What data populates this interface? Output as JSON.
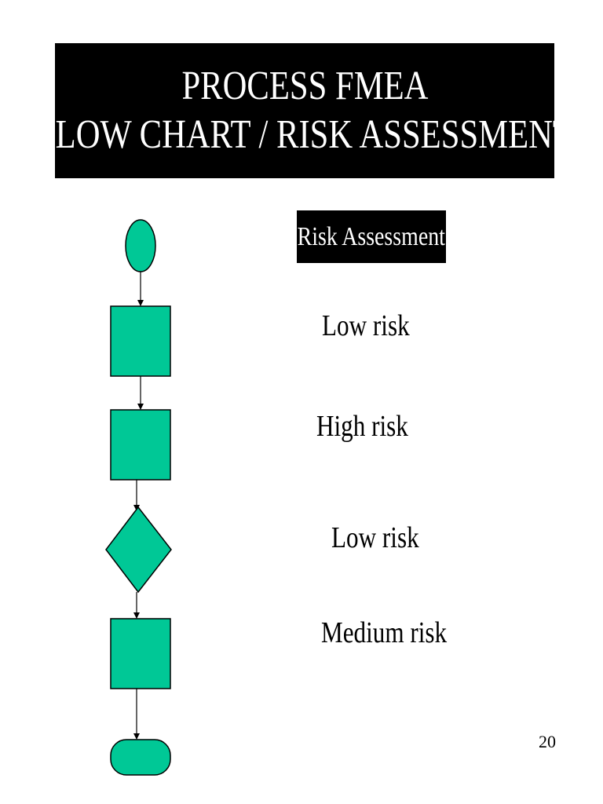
{
  "title": {
    "line1": "PROCESS FMEA",
    "line2": "FLOW CHART / RISK ASSESSMENT"
  },
  "risk_header": "Risk Assessment",
  "risk_levels": [
    "Low risk",
    "High risk",
    "Low risk",
    "Medium risk"
  ],
  "page_number": "20",
  "colors": {
    "shape_fill": "#00C896",
    "shape_stroke": "#000000",
    "banner_bg": "#000000",
    "banner_text": "#ffffff"
  }
}
